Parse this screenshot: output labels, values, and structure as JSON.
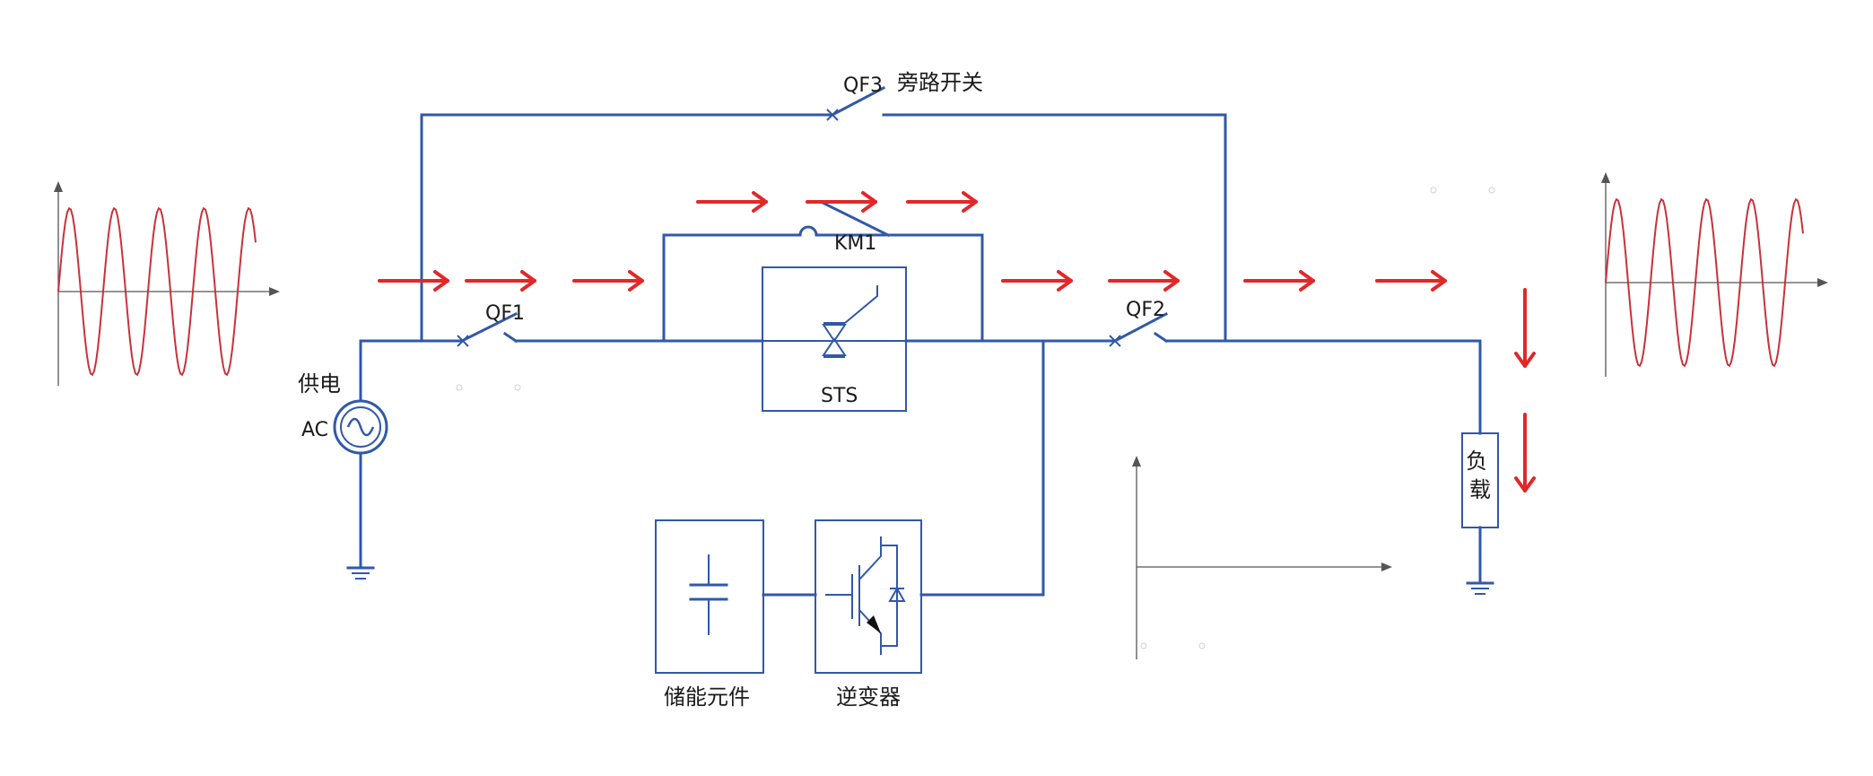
{
  "colors": {
    "wire": "#3158A8",
    "flow": "#E0282A",
    "wave": "#C8323A",
    "axis": "#555555"
  },
  "labels": {
    "qf3": "QF3",
    "bypass_switch": "旁路开关",
    "km1": "KM1",
    "qf1": "QF1",
    "qf2": "QF2",
    "power_supply": "供电",
    "ac": "AC",
    "sts": "STS",
    "load": "负载",
    "storage": "储能元件",
    "inverter": "逆变器"
  },
  "icons": {
    "source": "ac-source-icon",
    "ground": "ground-icon",
    "capacitor": "capacitor-icon",
    "igbt": "igbt-icon",
    "thyristor": "thyristor-icon",
    "breaker": "circuit-breaker-icon",
    "contactor": "contactor-icon",
    "flow": "arrow-right-icon"
  }
}
